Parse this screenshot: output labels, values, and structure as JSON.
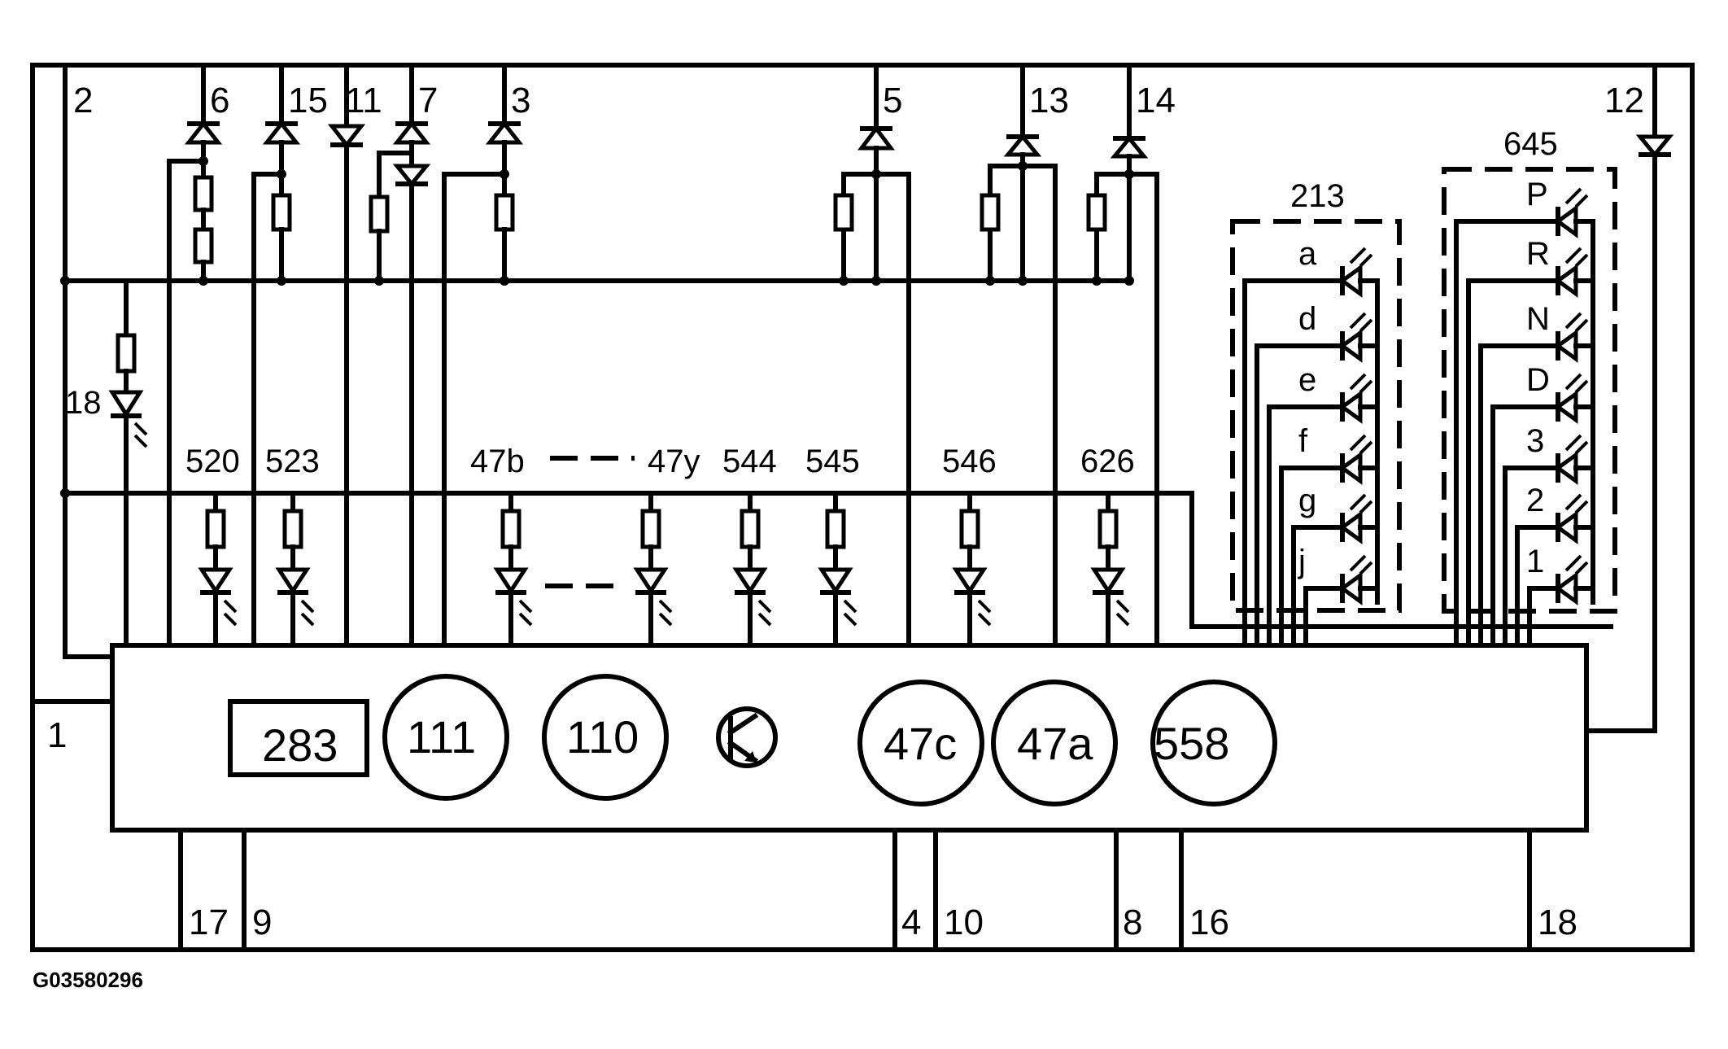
{
  "figure_code": "G03580296",
  "connector_pins": {
    "p1": "1",
    "p2": "2",
    "p3": "3",
    "p4": "4",
    "p5": "5",
    "p6": "6",
    "p7": "7",
    "p8": "8",
    "p9": "9",
    "p10": "10",
    "p11": "11",
    "p12": "12",
    "p13": "13",
    "p14": "14",
    "p15": "15",
    "p16": "16",
    "p17": "17",
    "p18_bottom": "18",
    "p18_lamp": "18"
  },
  "indicators": {
    "i520": "520",
    "i523": "523",
    "i47b": "47b",
    "i47y": "47y",
    "i544": "544",
    "i545": "545",
    "i546": "546",
    "i626": "626"
  },
  "display_213": {
    "label": "213",
    "segments": [
      "a",
      "d",
      "e",
      "f",
      "g",
      "j"
    ]
  },
  "selector_645": {
    "label": "645",
    "positions": [
      "P",
      "R",
      "N",
      "D",
      "3",
      "2",
      "1"
    ]
  },
  "module": {
    "display": "283",
    "gauges": [
      "111",
      "110",
      "47c",
      "47a",
      "558"
    ]
  }
}
